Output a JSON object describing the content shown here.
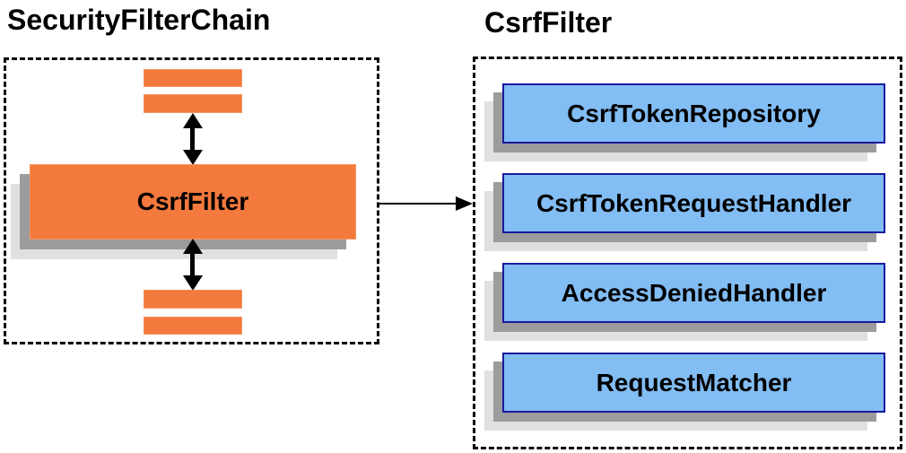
{
  "diagram": {
    "left_panel": {
      "title": "SecurityFilterChain",
      "filter_box_label": "CsrfFilter"
    },
    "right_panel": {
      "title": "CsrfFilter",
      "components": [
        "CsrfTokenRepository",
        "CsrfTokenRequestHandler",
        "AccessDeniedHandler",
        "RequestMatcher"
      ]
    },
    "colors": {
      "orange-fill": "#f4793c",
      "blue-fill": "#82bdf4",
      "blue-border": "#1a1a9e",
      "shadow-dark": "#9c9c9c",
      "shadow-light": "#e0e0e0",
      "line": "#000000"
    }
  }
}
